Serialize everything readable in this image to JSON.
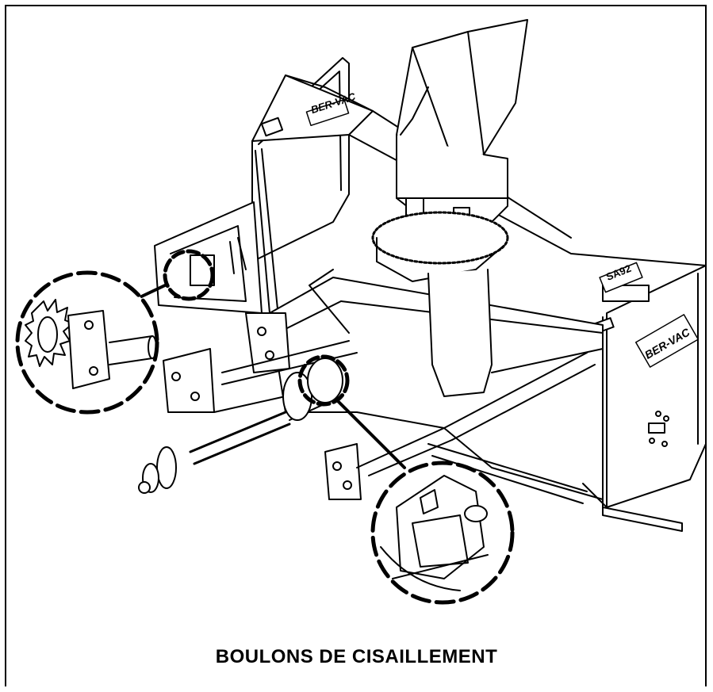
{
  "caption": "BOULONS DE CISAILLEMENT",
  "brand_left": "BER-VAC",
  "brand_right": "BER-VAC",
  "model_plate": "SA92",
  "colors": {
    "ink": "#000000",
    "paper": "#ffffff"
  }
}
